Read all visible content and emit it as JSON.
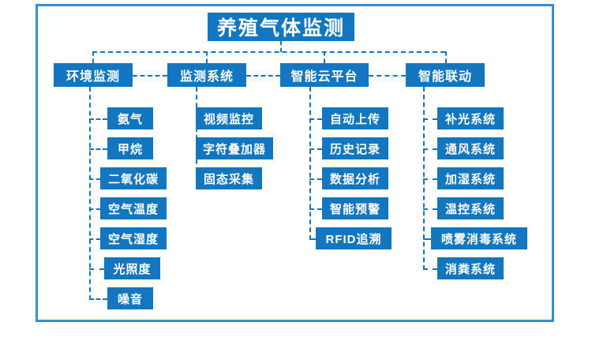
{
  "diagram": {
    "type": "tree-hierarchy",
    "title_node": {
      "label": "养殖气体监测"
    },
    "branches": [
      {
        "label": "环境监测",
        "children": [
          {
            "label": "氨气"
          },
          {
            "label": "甲烷"
          },
          {
            "label": "二氧化碳"
          },
          {
            "label": "空气温度"
          },
          {
            "label": "空气湿度"
          },
          {
            "label": "光照度"
          },
          {
            "label": "噪音"
          }
        ]
      },
      {
        "label": "监测系统",
        "children": [
          {
            "label": "视频监控"
          },
          {
            "label": "字符叠加器"
          },
          {
            "label": "固态采集"
          }
        ]
      },
      {
        "label": "智能云平台",
        "children": [
          {
            "label": "自动上传"
          },
          {
            "label": "历史记录"
          },
          {
            "label": "数据分析"
          },
          {
            "label": "智能预警"
          },
          {
            "label": "RFID追溯"
          }
        ]
      },
      {
        "label": "智能联动",
        "children": [
          {
            "label": "补光系统"
          },
          {
            "label": "通风系统"
          },
          {
            "label": "加湿系统"
          },
          {
            "label": "温控系统"
          },
          {
            "label": "喷雾消毒系统"
          },
          {
            "label": "消粪系统"
          }
        ]
      }
    ],
    "colors": {
      "node_fill": "#1277BE",
      "node_text": "#ffffff",
      "connector": "#1277BE",
      "frame_border": "#3290D4",
      "background": "#ffffff"
    }
  }
}
